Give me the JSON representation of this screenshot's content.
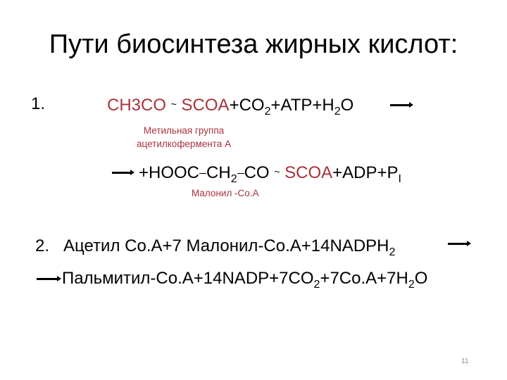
{
  "slide": {
    "title": "Пути биосинтеза жирных кислот:",
    "item1": {
      "number": "1.",
      "equation1": {
        "acetyl_prefix": "CH3CO",
        "tilde": "~",
        "acetyl_coa": "SCOA",
        "rest_a": "+CO",
        "sub_2a": "2",
        "rest_b": "+ATP+H",
        "sub_2b": "2",
        "rest_c": "O"
      },
      "label_acetyl": [
        "Метильная группа",
        "ацетилкофермента А"
      ],
      "equation2": {
        "part_a": "+HOOC",
        "part_b": "CH",
        "sub_2": "2",
        "part_c": "CO",
        "tilde": "~",
        "coa": "SCOA",
        "part_d": "+ADP+P",
        "sub_i": "I"
      },
      "label_malonyl": "Малонил -Co.A"
    },
    "item2": {
      "number": "2.",
      "line1": {
        "text": "Ацетил Co.A+7 Малонил-Co.A+14NADPH",
        "sub": "2"
      },
      "line2": {
        "text_a": "Пальмитил-Co.A+14NADP+7CO",
        "sub_a": "2",
        "text_b": "+7Co.A+7H",
        "sub_b": "2",
        "text_c": "O"
      }
    },
    "page_number": "11"
  },
  "colors": {
    "accent_red": "#a8323c",
    "text": "#000000",
    "background": "#ffffff"
  },
  "icons": [
    "arrow-right-icon"
  ]
}
